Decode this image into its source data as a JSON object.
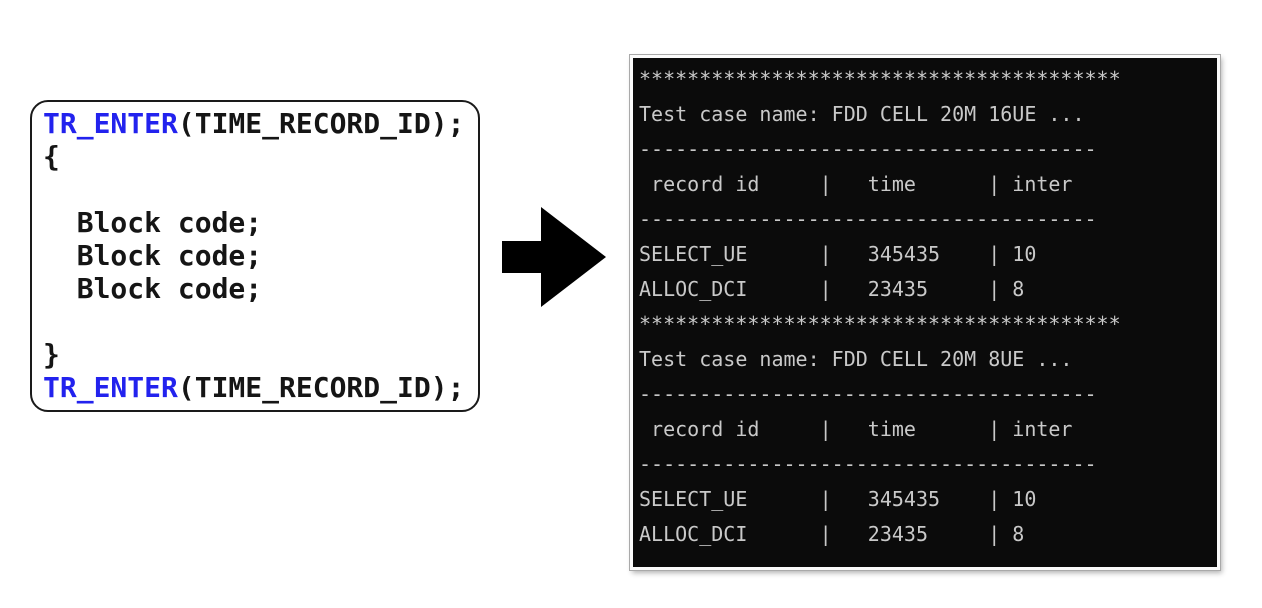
{
  "colors": {
    "keyword": "#2222ee",
    "code_text": "#151515",
    "box_border": "#1a1a1a",
    "terminal_bg": "#0b0b0b",
    "terminal_text": "#c9c9c9",
    "arrow": "#000000",
    "page_bg": "#ffffff"
  },
  "code_box": {
    "lines": [
      {
        "segments": [
          {
            "text": "TR_ENTER",
            "style": "keyword"
          },
          {
            "text": "(TIME_RECORD_ID);",
            "style": "plain"
          }
        ]
      },
      {
        "segments": [
          {
            "text": "{",
            "style": "plain"
          }
        ]
      },
      {
        "segments": []
      },
      {
        "segments": [
          {
            "text": "  Block code;",
            "style": "plain"
          }
        ]
      },
      {
        "segments": [
          {
            "text": "  Block code;",
            "style": "plain"
          }
        ]
      },
      {
        "segments": [
          {
            "text": "  Block code;",
            "style": "plain"
          }
        ]
      },
      {
        "segments": []
      },
      {
        "segments": [
          {
            "text": "}",
            "style": "plain"
          }
        ]
      },
      {
        "segments": [
          {
            "text": "TR_ENTER",
            "style": "keyword"
          },
          {
            "text": "(TIME_RECORD_ID);",
            "style": "plain"
          }
        ]
      }
    ]
  },
  "arrow": {
    "direction": "right"
  },
  "terminal": {
    "lines": [
      "****************************************",
      "Test case name: FDD CELL 20M 16UE ...",
      "--------------------------------------",
      " record id     |   time      | inter",
      "--------------------------------------",
      "SELECT_UE      |   345435    | 10",
      "ALLOC_DCI      |   23435     | 8",
      "****************************************",
      "Test case name: FDD CELL 20M 8UE ...",
      "--------------------------------------",
      " record id     |   time      | inter",
      "--------------------------------------",
      "SELECT_UE      |   345435    | 10",
      "ALLOC_DCI      |   23435     | 8"
    ],
    "tables": [
      {
        "test_case_label": "Test case name:",
        "test_case_name": "FDD CELL 20M 16UE ...",
        "columns": [
          "record id",
          "time",
          "inter"
        ],
        "rows": [
          {
            "record_id": "SELECT_UE",
            "time": "345435",
            "inter": "10"
          },
          {
            "record_id": "ALLOC_DCI",
            "time": "23435",
            "inter": "8"
          }
        ]
      },
      {
        "test_case_label": "Test case name:",
        "test_case_name": "FDD CELL 20M 8UE ...",
        "columns": [
          "record id",
          "time",
          "inter"
        ],
        "rows": [
          {
            "record_id": "SELECT_UE",
            "time": "345435",
            "inter": "10"
          },
          {
            "record_id": "ALLOC_DCI",
            "time": "23435",
            "inter": "8"
          }
        ]
      }
    ]
  }
}
